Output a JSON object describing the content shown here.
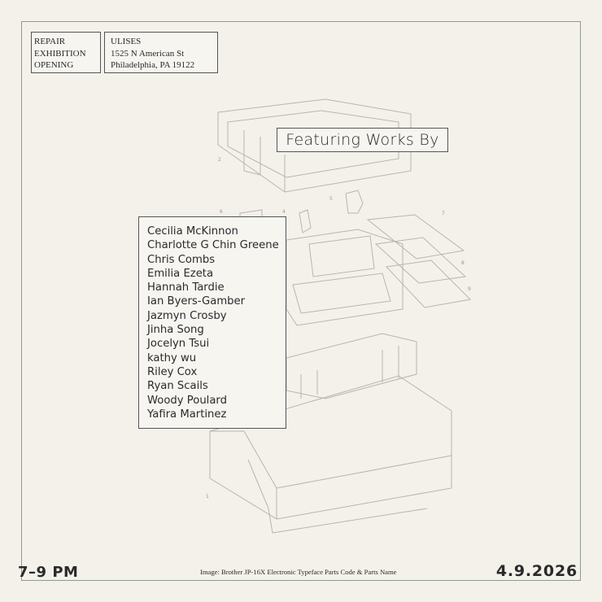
{
  "event": {
    "title_lines": [
      "REPAIR",
      "EXHIBITION",
      "OPENING"
    ],
    "venue_lines": [
      "ULISES",
      "1525 N American St",
      "Philadelphia, PA  19122"
    ]
  },
  "featuring_heading": "Featuring Works By",
  "artists": [
    "Cecilia McKinnon",
    "Charlotte G Chin Greene",
    "Chris Combs",
    "Emilia Ezeta",
    "Hannah Tardie",
    "Ian Byers-Gamber",
    "Jazmyn Crosby",
    "Jinha Song",
    "Jocelyn Tsui",
    "kathy wu",
    "Riley Cox",
    "Ryan Scails",
    "Woody Poulard",
    "Yafira Martinez"
  ],
  "footer": {
    "time": "7–9 PM",
    "image_credit": "Image: Brother JP-16X Electronic Typeface Parts Code & Parts Name",
    "date": "4.9.2026"
  },
  "diagram_callouts": [
    "1",
    "2",
    "4",
    "5",
    "6",
    "7",
    "8",
    "9"
  ],
  "colors": {
    "background": "#f4f1eb",
    "frame": "#8e9a8c",
    "ink": "#2a2a2a",
    "drawing": "#b9b5ad"
  }
}
